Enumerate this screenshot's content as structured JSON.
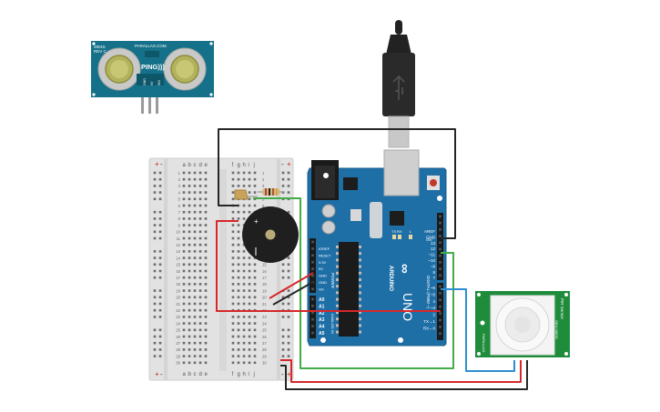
{
  "ping_sensor": {
    "model": "28015",
    "rev": "REV C",
    "brand": "PARALLAX.COM",
    "title": "PING)))",
    "pins": [
      "GND",
      "5V",
      "SIG"
    ]
  },
  "arduino": {
    "brand": "ARDUINO",
    "model": "UNO",
    "logo": "∞",
    "power_pins": [
      "IOREF",
      "RESET",
      "3.3V",
      "5V",
      "GND",
      "GND",
      "Vin"
    ],
    "power_title": "POWER",
    "analog_pins": [
      "A0",
      "A1",
      "A2",
      "A3",
      "A4",
      "A5"
    ],
    "analog_title": "ANALOG IN",
    "digital_pins": [
      "AREF",
      "GND",
      "13",
      "12",
      "~11",
      "~10",
      "~9",
      "8",
      "7",
      "~6",
      "~5",
      "4",
      "~3",
      "2",
      "TX→1",
      "RX←0"
    ],
    "digital_title": "DIGITAL (PWM ~)",
    "led_labels": [
      "TX",
      "RX",
      "L"
    ],
    "on_label": "ON"
  },
  "breadboard": {
    "rail_plus": "+",
    "rail_minus": "-",
    "columns_left": [
      "a",
      "b",
      "c",
      "d",
      "e"
    ],
    "columns_right": [
      "f",
      "g",
      "h",
      "i",
      "j"
    ],
    "rows": [
      "1",
      "2",
      "3",
      "4",
      "5",
      "6",
      "7",
      "8",
      "9",
      "10",
      "11",
      "12",
      "13",
      "14",
      "15",
      "16",
      "17",
      "18",
      "19",
      "20",
      "21",
      "22",
      "23",
      "24",
      "25",
      "26",
      "27",
      "28",
      "29",
      "30"
    ]
  },
  "buzzer": {
    "plus": "+"
  },
  "pir_sensor": {
    "title": "PIR Sensor",
    "side": "SEN-08630",
    "brand": "PARALLAX"
  },
  "colors": {
    "arduino_blue": "#1f6fa7",
    "breadboard": "#e4e4e4",
    "pcb_ping": "#157189",
    "pcb_pir": "#1f8c3c",
    "wire_black": "#262626",
    "wire_red": "#d7272a",
    "wire_green": "#43ad48",
    "wire_blue": "#2b8fd1"
  }
}
